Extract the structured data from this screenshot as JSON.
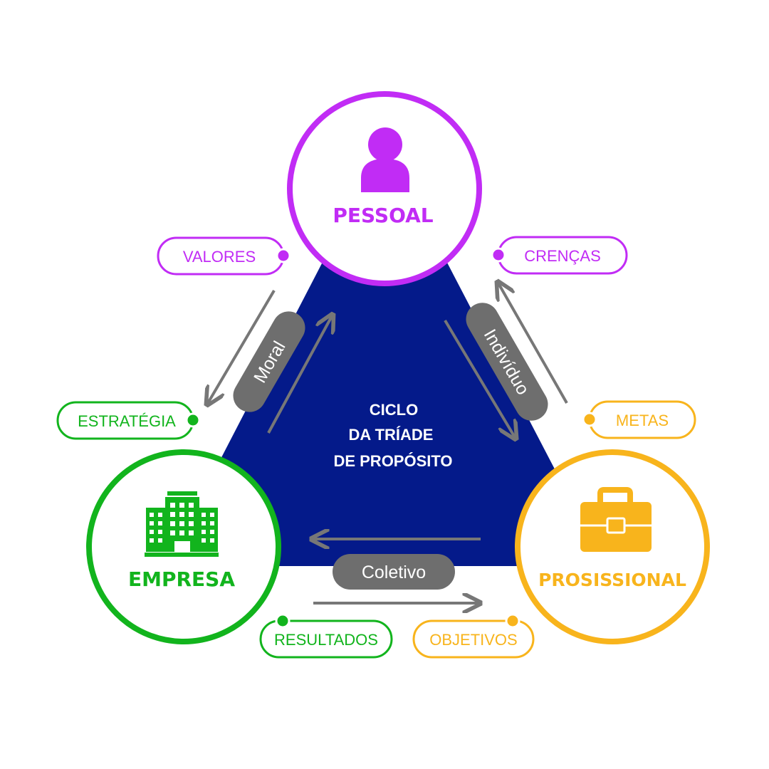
{
  "center": {
    "lines": [
      "CICLO",
      "DA TRÍADE",
      "DE PROPÓSITO"
    ]
  },
  "nodes": {
    "pessoal": {
      "label": "PESSOAL",
      "icon": "person-icon",
      "color": "#c12cf5"
    },
    "empresa": {
      "label": "EMPRESA",
      "icon": "building-icon",
      "color": "#12b41d"
    },
    "profissional": {
      "label": "PROSISSIONAL",
      "icon": "briefcase-icon",
      "color": "#f8b41c"
    }
  },
  "tags": {
    "valores": "VALORES",
    "crencas": "CRENÇAS",
    "estrategia": "ESTRATÉGIA",
    "metas": "METAS",
    "resultados": "RESULTADOS",
    "objetivos": "OBJETIVOS"
  },
  "pills": {
    "moral": "Moral",
    "individuo": "Indivíduo",
    "coletivo": "Coletivo"
  },
  "colors": {
    "triangle": "#041a8a",
    "pill": "#6e6e6e",
    "arrow": "#777777"
  }
}
